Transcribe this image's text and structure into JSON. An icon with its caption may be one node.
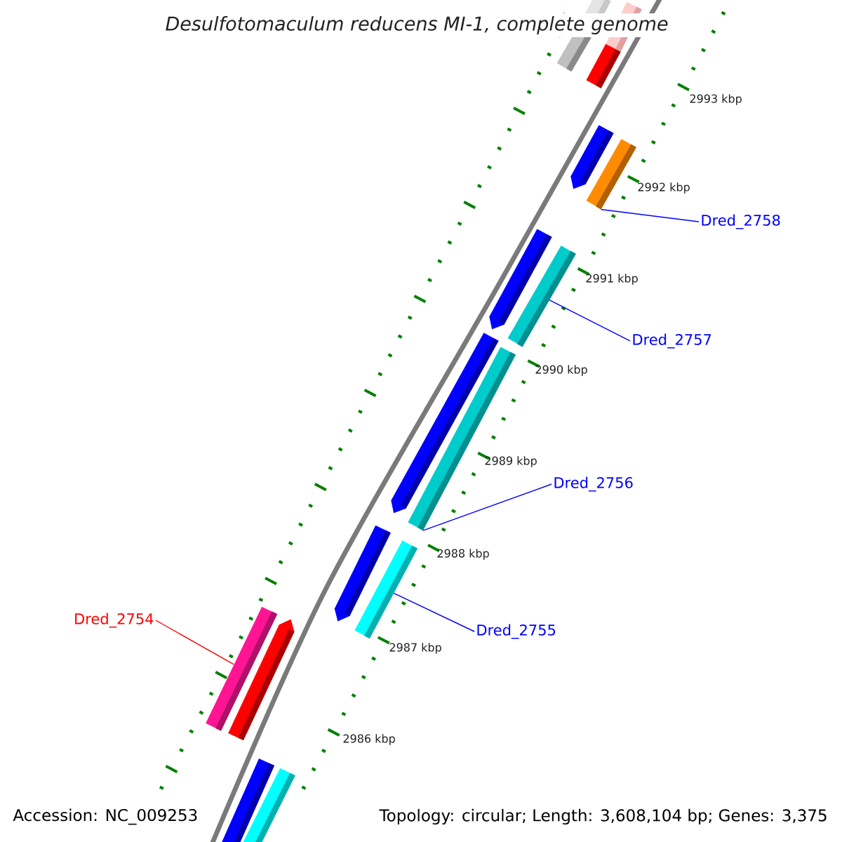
{
  "diagram": {
    "title": "Desulfotomaculum reducens MI-1, complete genome",
    "nodes": [
      {
        "text": [
          "Dred_2758"
        ]
      },
      {
        "text": [],
        "shape": "bar"
      },
      {
        "text": [
          "Dred_2757"
        ]
      },
      {
        "text": [],
        "shape": "bar"
      },
      {
        "text": [
          "Dred_2756"
        ]
      },
      {
        "text": [],
        "shape": "bar"
      },
      {
        "text": [
          "Dred_2755"
        ]
      },
      {
        "text": [],
        "shape": "bar"
      },
      {
        "text": [
          "Dred_2754"
        ]
      },
      {
        "text": [],
        "shape": "bar"
      }
    ],
    "edges": [
      {
        "from": 0,
        "to": 1,
        "arrow": "none"
      },
      {
        "from": 2,
        "to": 3,
        "arrow": "none"
      },
      {
        "from": 4,
        "to": 5,
        "arrow": "none"
      },
      {
        "from": 6,
        "to": 7,
        "arrow": "none"
      },
      {
        "from": 8,
        "to": 9,
        "arrow": "none",
        "color": "#ff0000"
      }
    ],
    "labels": [
      "2993 kbp",
      "2992 kbp",
      "2991 kbp",
      "2990 kbp",
      "2989 kbp",
      "2988 kbp",
      "2987 kbp",
      "2986 kbp",
      "Accession: NC_009253",
      "Topology: circular; Length: 3,608,104 bp; Genes: 3,375"
    ]
  }
}
